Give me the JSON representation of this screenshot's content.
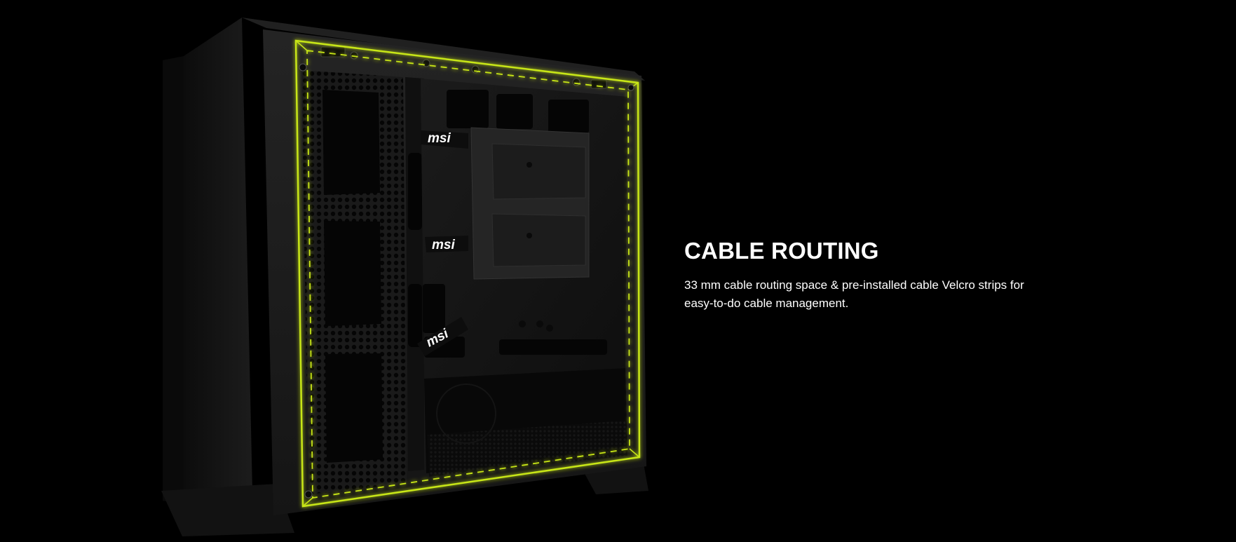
{
  "feature": {
    "title": "CABLE ROUTING",
    "description": "33 mm cable routing space & pre-installed cable Velcro strips for easy-to-do cable management."
  },
  "strap_logos": [
    "msi",
    "msi",
    "msi"
  ],
  "colors": {
    "background": "#000000",
    "highlight": "#c8e619",
    "text": "#ffffff"
  }
}
